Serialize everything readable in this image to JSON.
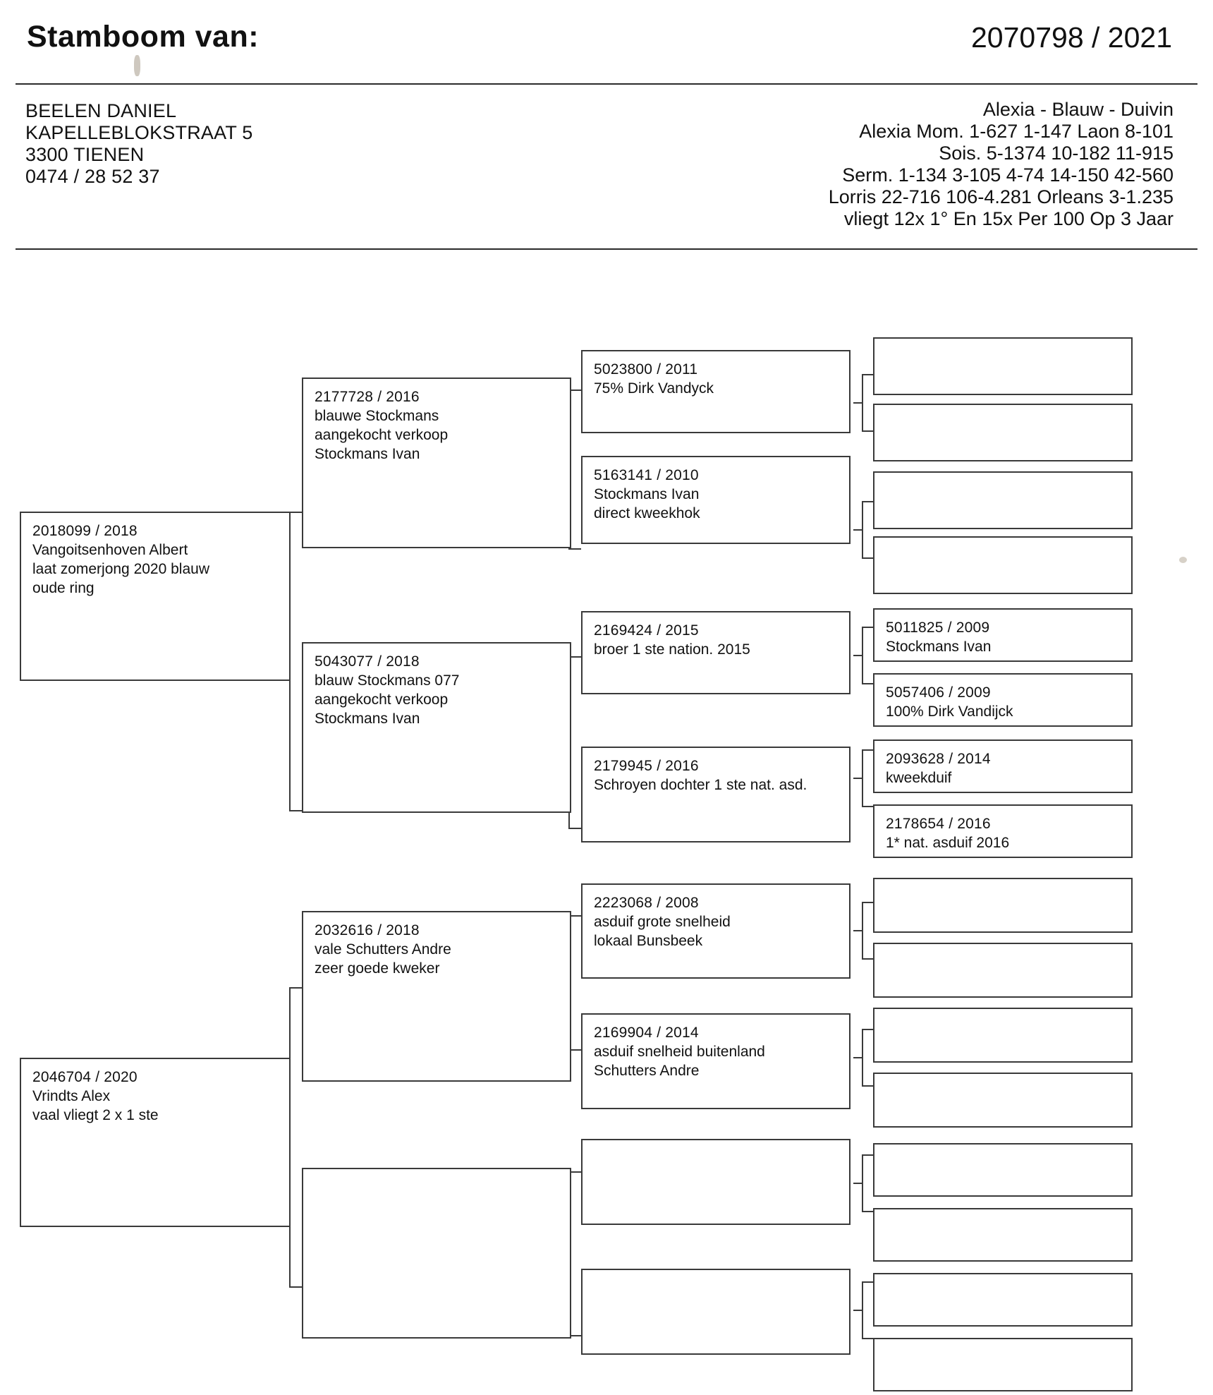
{
  "header": {
    "title": "Stamboom van:",
    "ring": "2070798 / 2021",
    "owner": {
      "name": "BEELEN DANIEL",
      "street": "KAPELLEBLOKSTRAAT 5",
      "city": "3300 TIENEN",
      "phone": "0474 / 28 52 37"
    },
    "palmares": [
      "Alexia - Blauw - Duivin",
      "Alexia  Mom. 1-627  1-147  Laon 8-101",
      "Sois. 5-1374  10-182  11-915",
      "Serm. 1-134  3-105  4-74  14-150  42-560",
      "Lorris  22-716  106-4.281  Orleans 3-1.235",
      "vliegt  12x 1° En 15x Per 100 Op 3 Jaar"
    ]
  },
  "pedigree": {
    "gen1": [
      {
        "id": "2018099 / 2018",
        "lines": [
          "Vangoitsenhoven Albert",
          "laat zomerjong 2020 blauw",
          "oude ring"
        ]
      },
      {
        "id": "2046704 / 2020",
        "lines": [
          "Vrindts Alex",
          "vaal vliegt 2 x 1 ste"
        ]
      }
    ],
    "gen2": [
      {
        "id": "2177728 / 2016",
        "lines": [
          "blauwe Stockmans",
          "aangekocht verkoop",
          "Stockmans Ivan"
        ]
      },
      {
        "id": "5043077 / 2018",
        "lines": [
          "blauw Stockmans 077",
          "aangekocht verkoop",
          "Stockmans Ivan"
        ]
      },
      {
        "id": "2032616 / 2018",
        "lines": [
          "vale Schutters Andre",
          "zeer goede kweker"
        ]
      },
      {
        "id": "",
        "lines": []
      }
    ],
    "gen3": [
      {
        "id": "5023800 / 2011",
        "lines": [
          "75% Dirk Vandyck"
        ]
      },
      {
        "id": "5163141 / 2010",
        "lines": [
          "Stockmans Ivan",
          "direct kweekhok"
        ]
      },
      {
        "id": "2169424 / 2015",
        "lines": [
          "broer 1 ste nation. 2015"
        ]
      },
      {
        "id": "2179945 / 2016",
        "lines": [
          "Schroyen dochter 1 ste nat. asd."
        ]
      },
      {
        "id": "2223068 / 2008",
        "lines": [
          "asduif grote snelheid",
          "lokaal Bunsbeek"
        ]
      },
      {
        "id": "2169904 / 2014",
        "lines": [
          "asduif snelheid buitenland",
          "Schutters Andre"
        ]
      },
      {
        "id": "",
        "lines": []
      },
      {
        "id": "",
        "lines": []
      }
    ],
    "gen4": [
      {
        "id": "",
        "lines": []
      },
      {
        "id": "",
        "lines": []
      },
      {
        "id": "",
        "lines": []
      },
      {
        "id": "",
        "lines": []
      },
      {
        "id": "5011825 / 2009",
        "lines": [
          "Stockmans Ivan"
        ]
      },
      {
        "id": "5057406 / 2009",
        "lines": [
          "100% Dirk Vandijck"
        ]
      },
      {
        "id": "2093628 / 2014",
        "lines": [
          "kweekduif"
        ]
      },
      {
        "id": "2178654 / 2016",
        "lines": [
          "1* nat. asduif 2016"
        ]
      },
      {
        "id": "",
        "lines": []
      },
      {
        "id": "",
        "lines": []
      },
      {
        "id": "",
        "lines": []
      },
      {
        "id": "",
        "lines": []
      },
      {
        "id": "",
        "lines": []
      },
      {
        "id": "",
        "lines": []
      },
      {
        "id": "",
        "lines": []
      },
      {
        "id": "",
        "lines": []
      }
    ]
  }
}
